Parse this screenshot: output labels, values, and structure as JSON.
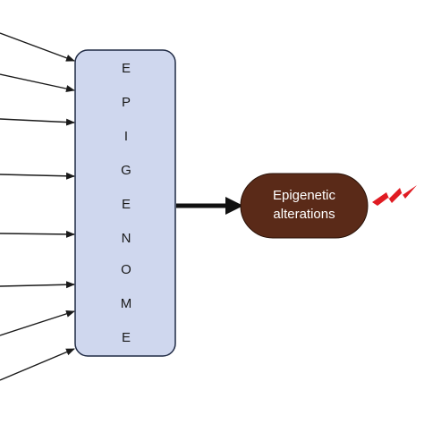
{
  "epigenome": {
    "letters": [
      "E",
      "P",
      "I",
      "G",
      "E",
      "N",
      "O",
      "M",
      "E"
    ],
    "fill_color": "#cfd7ee",
    "stroke_color": "#1f2a44"
  },
  "outcome": {
    "line1": "Epigenetic",
    "line2": "alterations",
    "fill_color": "#5a2a18"
  },
  "arrows": {
    "color": "#1a1a1a",
    "main_color": "#111111"
  },
  "lightning": {
    "icon": "lightning-bolt-icon",
    "color": "#e01b22"
  }
}
